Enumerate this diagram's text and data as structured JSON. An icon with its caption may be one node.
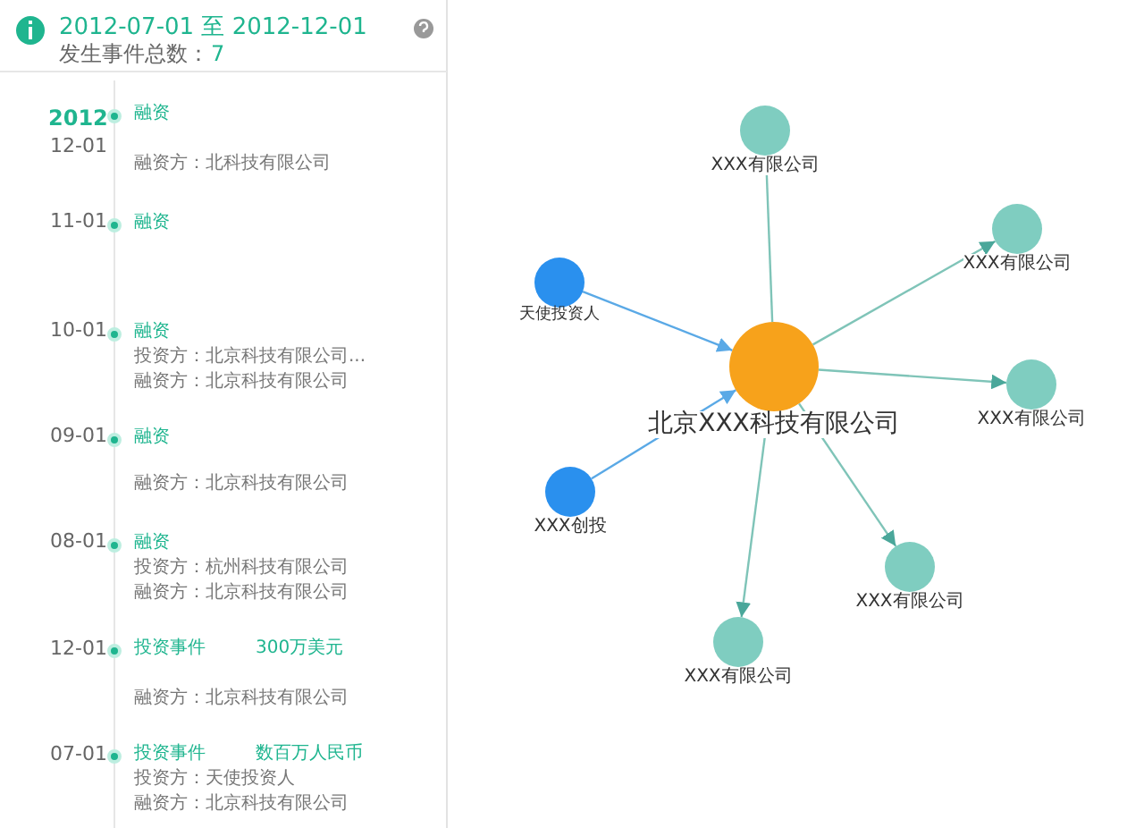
{
  "diagram": {
    "nodes": [
      {
        "text": [
          "北京XXX科技有限公司"
        ]
      },
      {
        "text": [
          "XXX有限公司"
        ]
      },
      {
        "text": [
          "XXX有限公司"
        ]
      },
      {
        "text": [
          "XXX有限公司"
        ]
      },
      {
        "text": [
          "XXX有限公司"
        ]
      },
      {
        "text": [
          "XXX有限公司"
        ]
      },
      {
        "text": [
          "天使投资人"
        ]
      },
      {
        "text": [
          "XXX创投"
        ]
      }
    ],
    "edges": [
      {
        "from": 0,
        "to": 1,
        "arrow": "none"
      },
      {
        "from": 0,
        "to": 2,
        "arrow": "to"
      },
      {
        "from": 0,
        "to": 3,
        "arrow": "to"
      },
      {
        "from": 0,
        "to": 4,
        "arrow": "to"
      },
      {
        "from": 0,
        "to": 5,
        "arrow": "to"
      },
      {
        "from": 6,
        "to": 0,
        "arrow": "to",
        "color": "#5aa9e6"
      },
      {
        "from": 7,
        "to": 0,
        "arrow": "to",
        "color": "#5aa9e6"
      }
    ],
    "labels": [
      "2012-07-01 至 2012-12-01",
      "发生事件总数：",
      "7",
      "2012",
      "12-01",
      "融资",
      "融资方：北科技有限公司",
      "11-01",
      "融资",
      "10-01",
      "融资",
      "投资方：北京科技有限公司...",
      "融资方：北京科技有限公司",
      "09-01",
      "融资",
      "融资方：北京科技有限公司",
      "08-01",
      "融资",
      "投资方：杭州科技有限公司",
      "融资方：北京科技有限公司",
      "12-01",
      "投资事件",
      "300万美元",
      "融资方：北京科技有限公司",
      "07-01",
      "投资事件",
      "数百万人民币",
      "投资方：天使投资人",
      "融资方：北京科技有限公司"
    ]
  }
}
